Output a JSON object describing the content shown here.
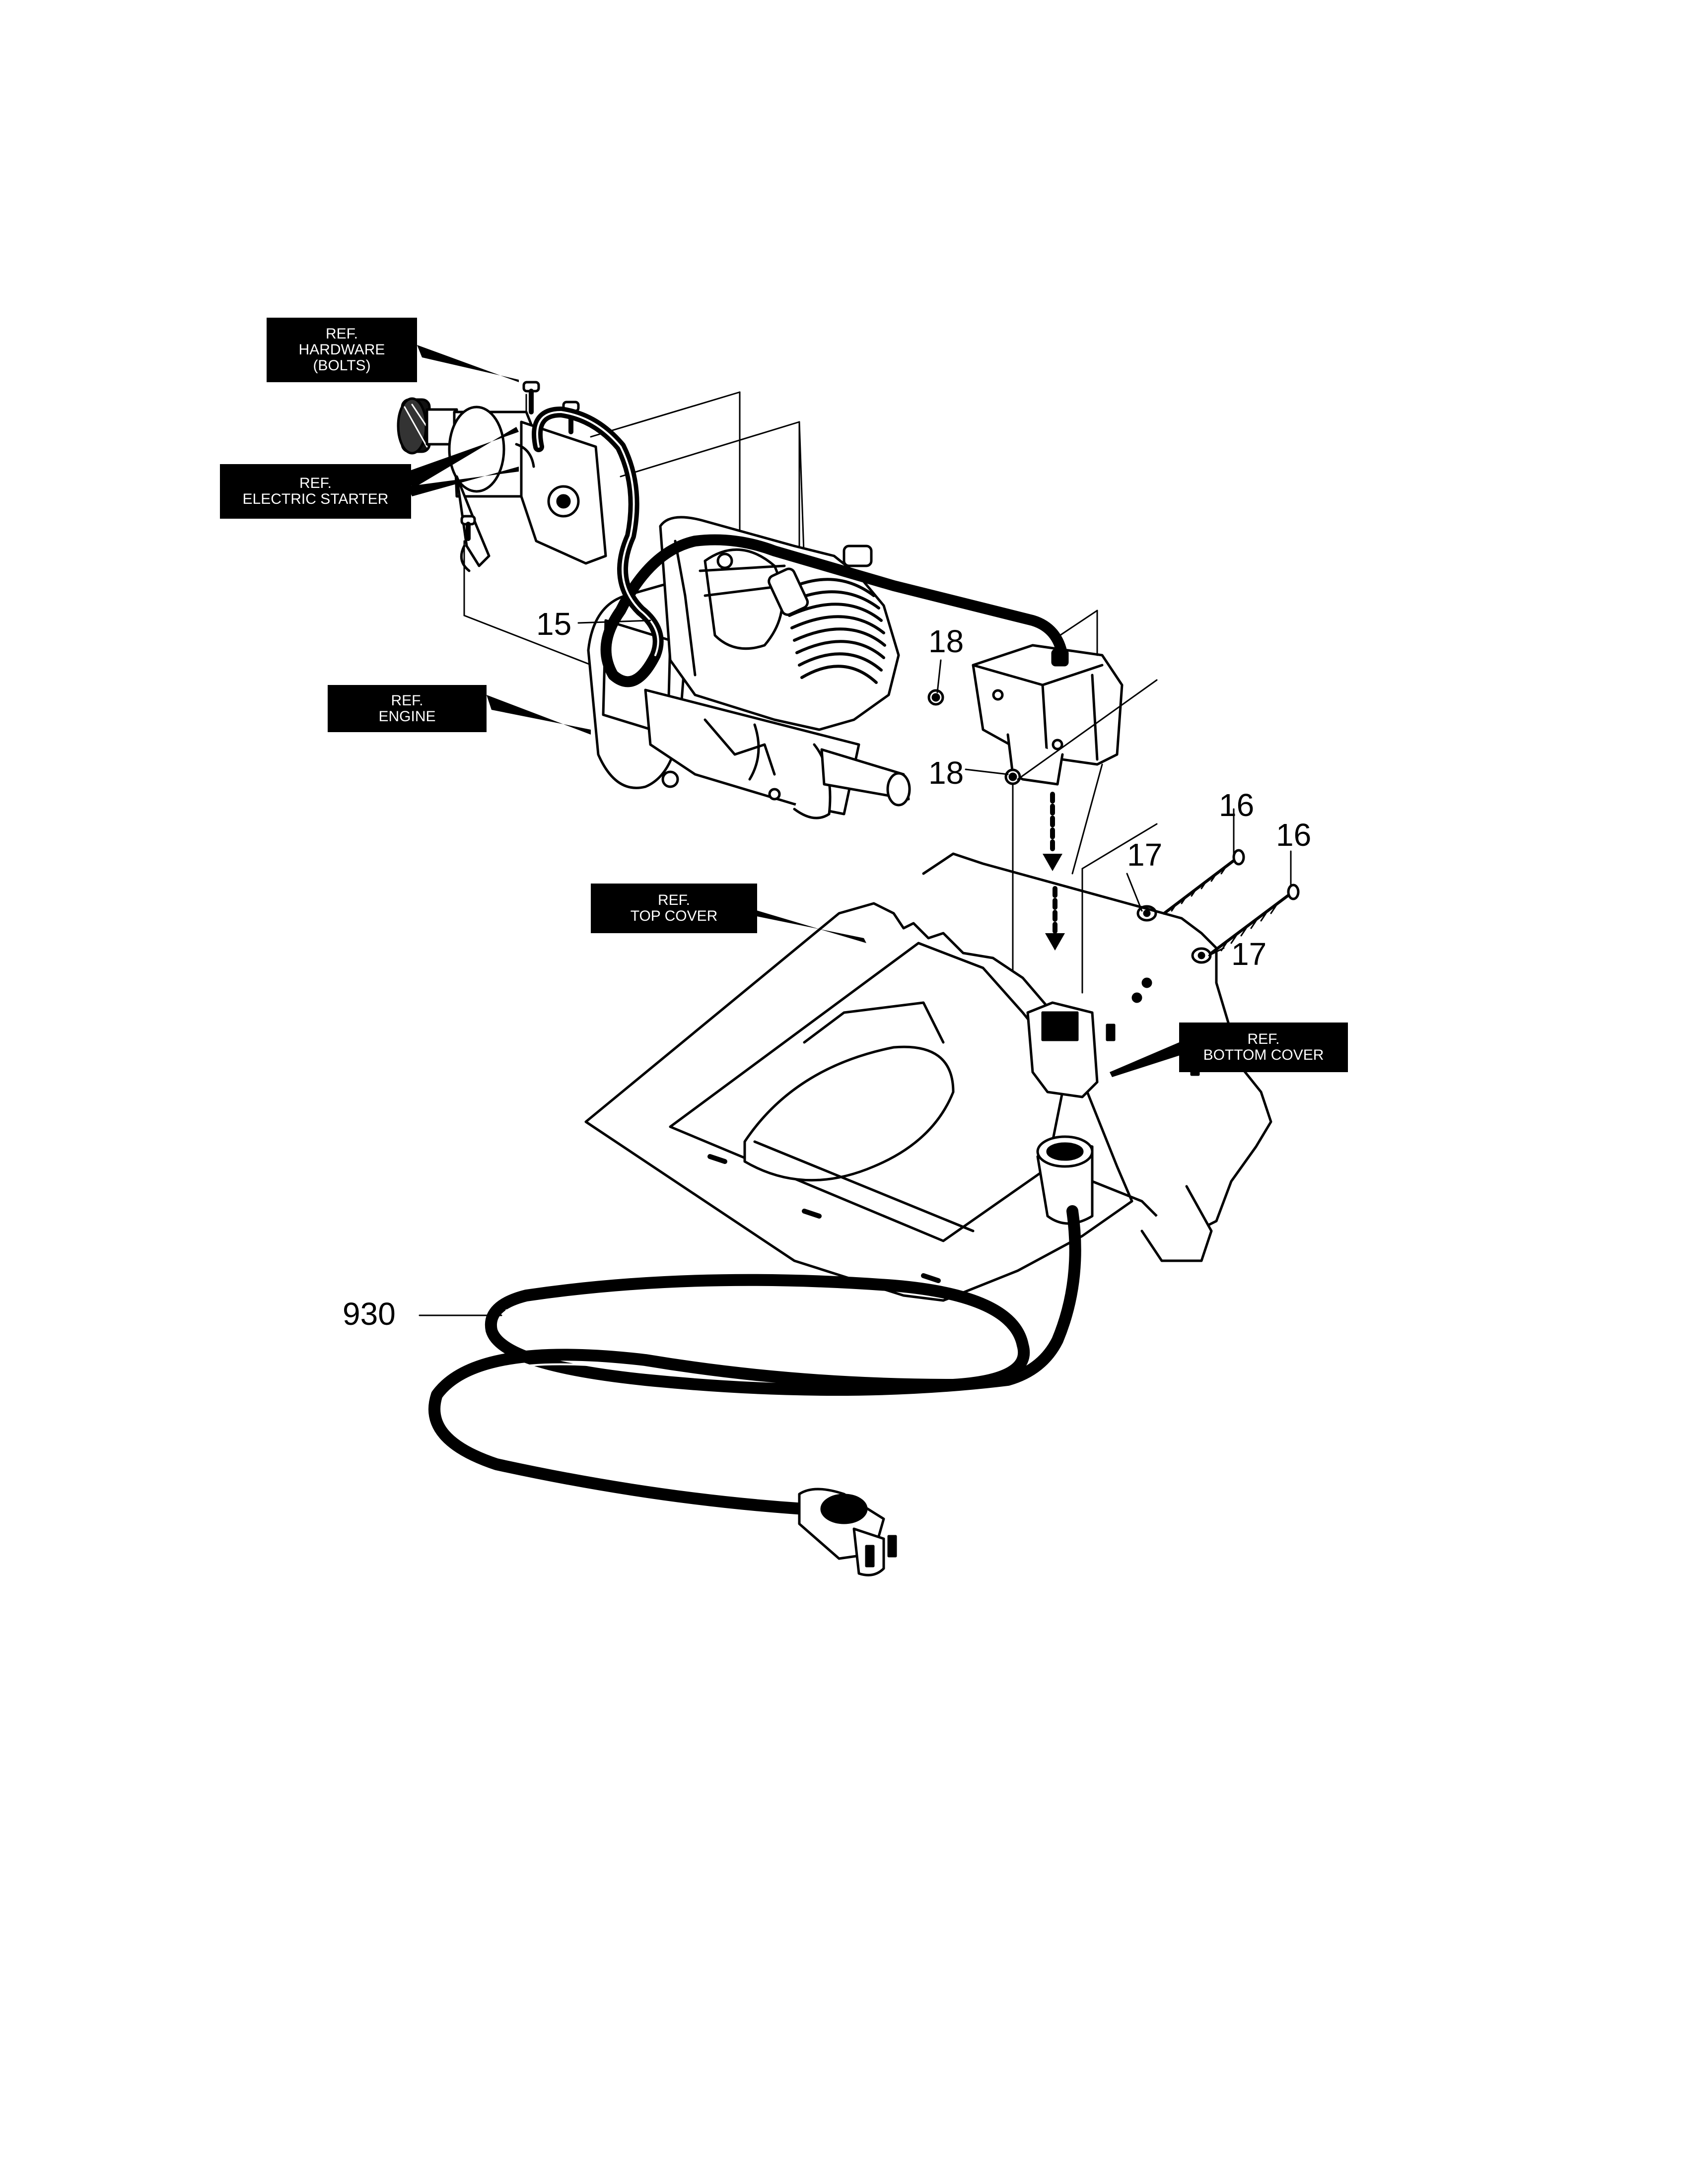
{
  "diagram": {
    "ref_labels": {
      "hardware": [
        "REF.",
        "HARDWARE",
        "(BOLTS)"
      ],
      "electric_starter": [
        "REF.",
        "ELECTRIC STARTER"
      ],
      "engine": [
        "REF.",
        "ENGINE"
      ],
      "top_cover": [
        "REF.",
        "TOP COVER"
      ],
      "bottom_cover": [
        "REF.",
        "BOTTOM COVER"
      ]
    },
    "callouts": {
      "part_15": "15",
      "part_18_upper": "18",
      "part_18_lower": "18",
      "part_16_left": "16",
      "part_16_right": "16",
      "part_17_upper": "17",
      "part_17_lower": "17",
      "part_930": "930"
    }
  }
}
